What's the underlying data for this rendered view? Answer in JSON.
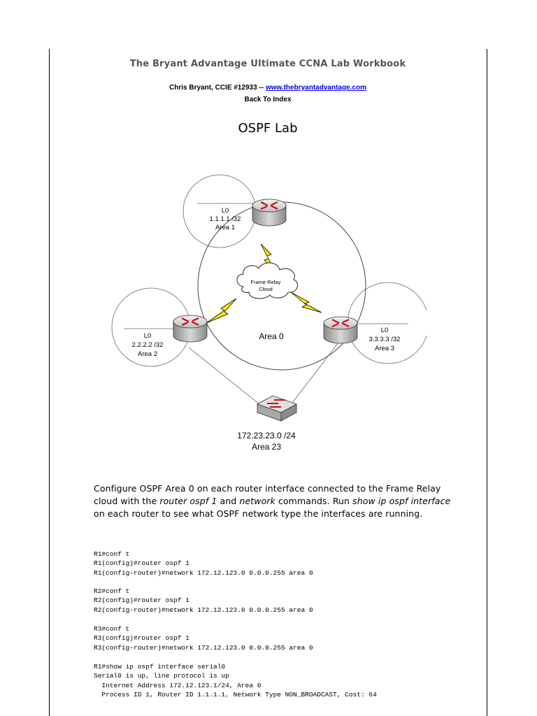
{
  "header": {
    "workbook_title": "The Bryant Advantage Ultimate CCNA Lab Workbook",
    "author_prefix": "Chris Bryant, CCIE #12933 -- ",
    "author_link": "www.thebryantadvantage.com",
    "back_link": "Back To Index"
  },
  "lab_title": "OSPF Lab",
  "diagram": {
    "r1": {
      "lo": "L0",
      "ip": "1.1.1.1 /32",
      "area": "Area 1"
    },
    "r2": {
      "lo": "L0",
      "ip": "2.2.2.2 /32",
      "area": "Area 2"
    },
    "r3": {
      "lo": "L0",
      "ip": "3.3.3.3 /32",
      "area": "Area 3"
    },
    "cloud_line1": "Frame Relay",
    "cloud_line2": "Cloud",
    "area0": "Area 0",
    "switch_net": "172.23.23.0 /24",
    "switch_area": "Area 23"
  },
  "description": {
    "p1": "Configure OSPF Area 0 on each router interface connected to the Frame Relay cloud with the ",
    "em1": "router ospf 1",
    "p2": " and ",
    "em2": "network",
    "p3": " commands.  Run ",
    "em3": "show ip ospf interface",
    "p4": " on each router to see what OSPF network type the interfaces are running."
  },
  "cli_blocks": [
    "R1#conf t\nR1(config)#router ospf 1\nR1(config-router)#network 172.12.123.0 0.0.0.255 area 0",
    "R2#conf t\nR2(config)#router ospf 1\nR2(config-router)#network 172.12.123.0 0.0.0.255 area 0",
    "R3#conf t\nR3(config)#router ospf 1\nR3(config-router)#network 172.12.123.0 0.0.0.255 area 0",
    "R1#show ip ospf interface serial0\nSerial0 is up, line protocol is up\n  Internet Address 172.12.123.1/24, Area 0\n  Process ID 1, Router ID 1.1.1.1, Network Type NON_BROADCAST, Cost: 64"
  ]
}
